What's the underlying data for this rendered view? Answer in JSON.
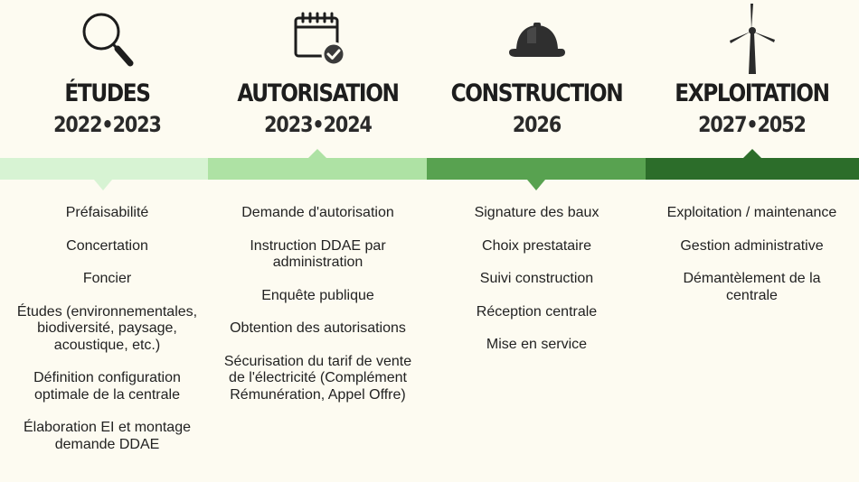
{
  "phases": [
    {
      "title": "ÉTUDES",
      "years": "2022•2023",
      "icon": "magnifier-icon",
      "color": "#d7f3d3",
      "tasks": [
        "Préfaisabilité",
        "Concertation",
        "Foncier",
        "Études (environnementales, biodiversité, paysage, acoustique, etc.)",
        "Définition configuration optimale de la centrale",
        "Élaboration EI et montage demande DDAE"
      ]
    },
    {
      "title": "AUTORISATION",
      "years": "2023•2024",
      "icon": "calendar-check-icon",
      "color": "#aee2a4",
      "tasks": [
        "Demande d'autorisation",
        "Instruction DDAE par administration",
        "Enquête publique",
        "Obtention des autorisations",
        "Sécurisation du tarif de vente de l'électricité (Complément Rémunération, Appel Offre)"
      ]
    },
    {
      "title": "CONSTRUCTION",
      "years": "2026",
      "icon": "hard-hat-icon",
      "color": "#58a250",
      "tasks": [
        "Signature des baux",
        "Choix prestataire",
        "Suivi construction",
        "Réception centrale",
        "Mise en service"
      ]
    },
    {
      "title": "EXPLOITATION",
      "years": "2027•2052",
      "icon": "wind-turbine-icon",
      "color": "#2c6d2a",
      "tasks": [
        "Exploitation / maintenance",
        "Gestion administrative",
        "Démantèlement de la centrale"
      ]
    }
  ]
}
